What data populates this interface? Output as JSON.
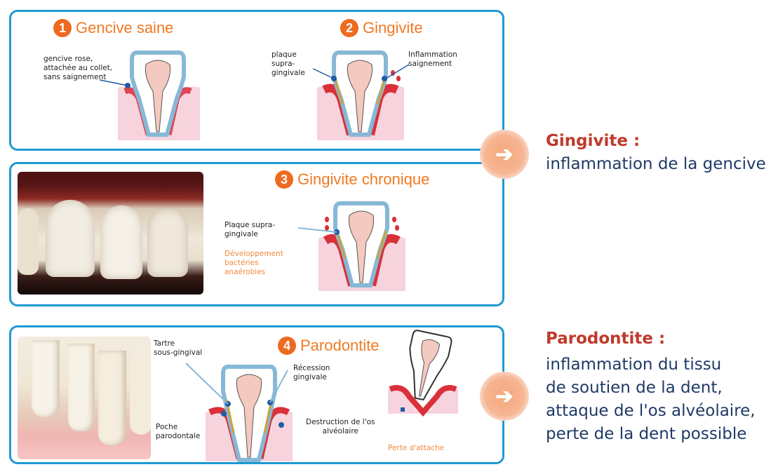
{
  "stages": {
    "s1": {
      "num": "1",
      "title": "Gencive saine",
      "label": "gencive rose,\nattachée au collet,\nsans saignement"
    },
    "s2": {
      "num": "2",
      "title": "Gingivite",
      "label_left": "plaque\nsupra-\ngingivale",
      "label_right": "Inflammation\nsaignement"
    },
    "s3": {
      "num": "3",
      "title": "Gingivite chronique",
      "label_plaque": "Plaque supra-\ngingivale",
      "label_dev": "Développement\nbactéries\nanaérobies"
    },
    "s4": {
      "num": "4",
      "title": "Parodontite",
      "label_tartre": "Tartre\nsous-gingival",
      "label_poche": "Poche\nparodontale",
      "label_recession": "Récession\ngingivale",
      "label_destruction": "Destruction de l'os\nalvéolaire",
      "label_perte": "Perte d'attache"
    }
  },
  "side": {
    "gingivite_title": "Gingivite :",
    "gingivite_text": "inflammation de la gencive",
    "parodontite_title": "Parodontite :",
    "parodontite_lines": [
      "inflammation du tissu",
      "de soutien de la dent,",
      "attaque de l'os alvéolaire,",
      "perte de la dent possible"
    ]
  },
  "colors": {
    "panel_border": "#1f9ad2",
    "accent_orange": "#ee6a1f",
    "side_title": "#c0392b",
    "side_text": "#1f3a66",
    "gum_red": "#d9303a",
    "bone_pink": "#f6d3dd"
  },
  "icons": {
    "arrow": "arrow-right-icon"
  }
}
